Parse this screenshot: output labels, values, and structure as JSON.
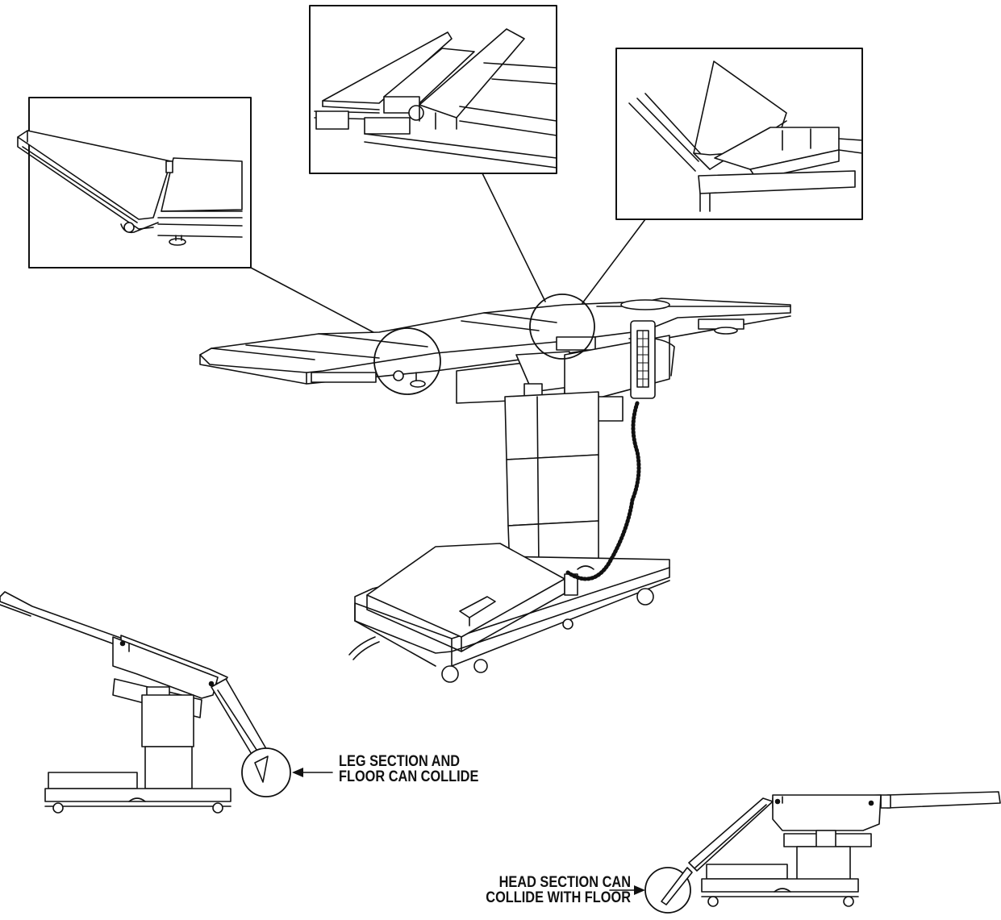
{
  "colors": {
    "ink": "#111111",
    "paper": "#ffffff",
    "fill_light": "#f4f4f4"
  },
  "callouts": {
    "leg": {
      "line1": "LEG SECTION AND",
      "line2": "FLOOR CAN COLLIDE"
    },
    "head": {
      "line1": "HEAD SECTION CAN",
      "line2": "COLLIDE WITH FLOOR"
    }
  },
  "icons": [
    "arrow-icon"
  ]
}
